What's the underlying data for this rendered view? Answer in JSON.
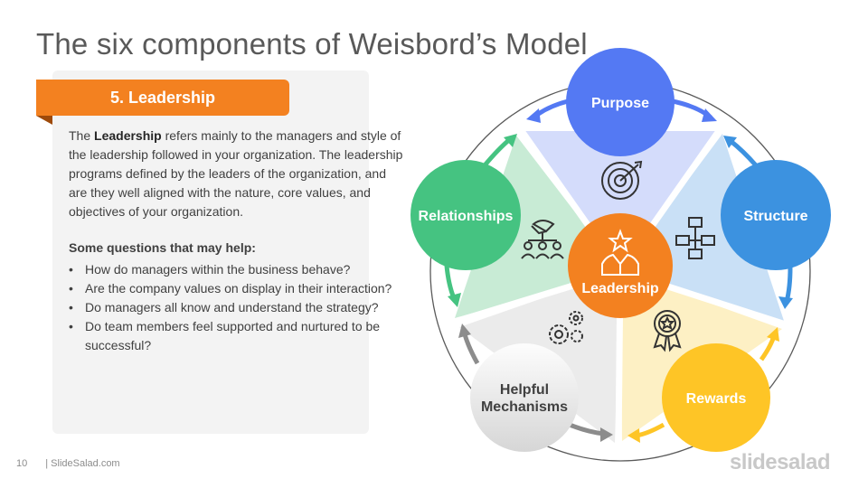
{
  "slide": {
    "title": "The six components of Weisbord’s Model",
    "page_number": "10",
    "footer_site": "| SlideSalad.com",
    "brand": "slidesalad"
  },
  "panel": {
    "heading": "5. Leadership",
    "desc_bold": "Leadership",
    "desc_before": "The ",
    "desc_after": " refers mainly to the managers and style of the leadership followed in your organization. The leadership programs defined by the leaders of the organization, and are they well aligned with the nature, core values, and objectives of your organization.",
    "questions_heading": "Some questions that may help:",
    "questions": [
      "How do managers within the business behave?",
      "Are the company values on display in their interaction?",
      "Do managers all know and understand the strategy?",
      "Do team members feel supported and nurtured to be successful?"
    ]
  },
  "diagram": {
    "center": {
      "label": "Leadership",
      "icon": "leader-star-icon",
      "color": "#f38120"
    },
    "nodes": [
      {
        "label": "Purpose",
        "icon": "target-icon",
        "color": "#5479f3",
        "sector": "#d4dcfb"
      },
      {
        "label": "Structure",
        "icon": "org-chart-icon",
        "color": "#3c92e0",
        "sector": "#c9e0f6"
      },
      {
        "label": "Rewards",
        "icon": "medal-icon",
        "color": "#fec526",
        "sector": "#fdf0c4"
      },
      {
        "label": "Helpful Mechanisms",
        "icon": "gears-icon",
        "color": "#e8e8e8",
        "sector": "#ebebeb"
      },
      {
        "label": "Relationships",
        "icon": "team-handshake-icon",
        "color": "#45c381",
        "sector": "#c8ebd5"
      }
    ]
  }
}
